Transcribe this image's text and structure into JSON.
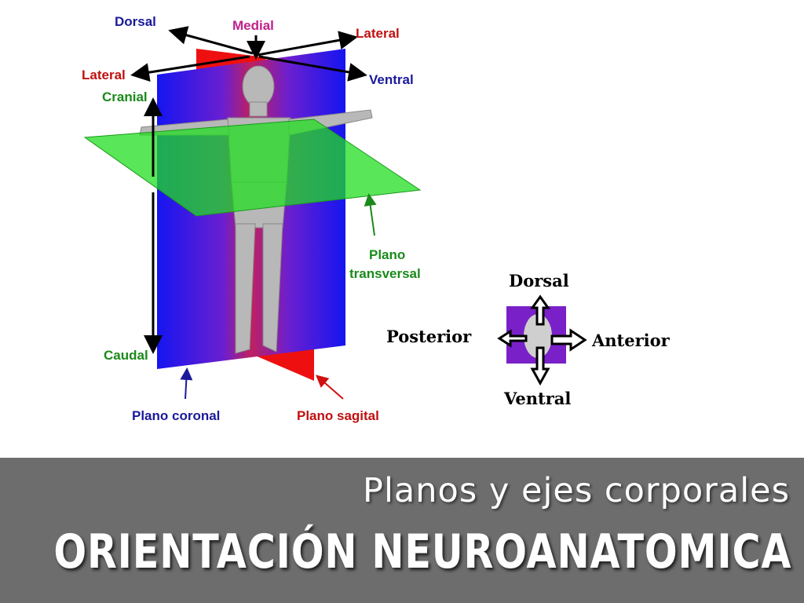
{
  "diagram": {
    "labels": {
      "dorsal": "Dorsal",
      "medial": "Medial",
      "lateral_right": "Lateral",
      "lateral_left": "Lateral",
      "ventral": "Ventral",
      "cranial": "Cranial",
      "caudal": "Caudal",
      "plano_transversal_1": "Plano",
      "plano_transversal_2": "transversal",
      "plano_coronal": "Plano coronal",
      "plano_sagital": "Plano sagital"
    },
    "head_orientation": {
      "dorsal": "Dorsal",
      "posterior": "Posterior",
      "anterior": "Anterior",
      "ventral": "Ventral"
    },
    "colors": {
      "coronal": "#1010ee",
      "sagittal": "#ee1010",
      "transverse": "#22dd22",
      "bar": "#6d6d6d"
    }
  },
  "footer": {
    "subtitle": "Planos y ejes corporales",
    "title": "ORIENTACIÓN NEUROANATOMICA"
  }
}
